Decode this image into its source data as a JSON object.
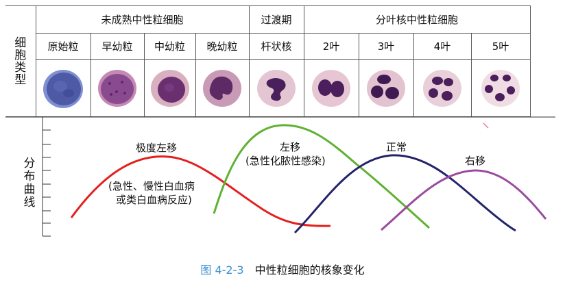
{
  "table": {
    "row_label_cell_type": "细胞类型",
    "groups": [
      {
        "label": "未成熟中性粒细胞"
      },
      {
        "label": "过渡期"
      },
      {
        "label": "分叶核中性粒细胞"
      }
    ],
    "cells": [
      {
        "name": "原始粒",
        "color": "#4e5aa6"
      },
      {
        "name": "早幼粒",
        "color": "#8a4a8f"
      },
      {
        "name": "中幼粒",
        "color": "#6a2f6f"
      },
      {
        "name": "晚幼粒",
        "color": "#5d2a66"
      },
      {
        "name": "杆状核",
        "color": "#4b1e5c"
      },
      {
        "name": "2叶",
        "color": "#4b1e5c"
      },
      {
        "name": "3叶",
        "color": "#3f1a52"
      },
      {
        "name": "4叶",
        "color": "#4b1e5c"
      },
      {
        "name": "5叶",
        "color": "#4b1e5c"
      }
    ]
  },
  "distribution": {
    "row_label": "分布曲线",
    "curves": [
      {
        "key": "extreme_left",
        "label": "极度左移",
        "sublabel_line1": "(急性、慢性白血病",
        "sublabel_line2": "或类白血病反应)",
        "color": "#e41f1f"
      },
      {
        "key": "left",
        "label": "左移",
        "sublabel_line1": "(急性化脓性感染)",
        "color": "#5fb132"
      },
      {
        "key": "normal",
        "label": "正常",
        "color": "#23236b"
      },
      {
        "key": "right",
        "label": "右移",
        "color": "#9a4aa0"
      }
    ]
  },
  "caption": {
    "figure_number": "图 4-2-3",
    "title": "中性粒细胞的核象变化"
  }
}
